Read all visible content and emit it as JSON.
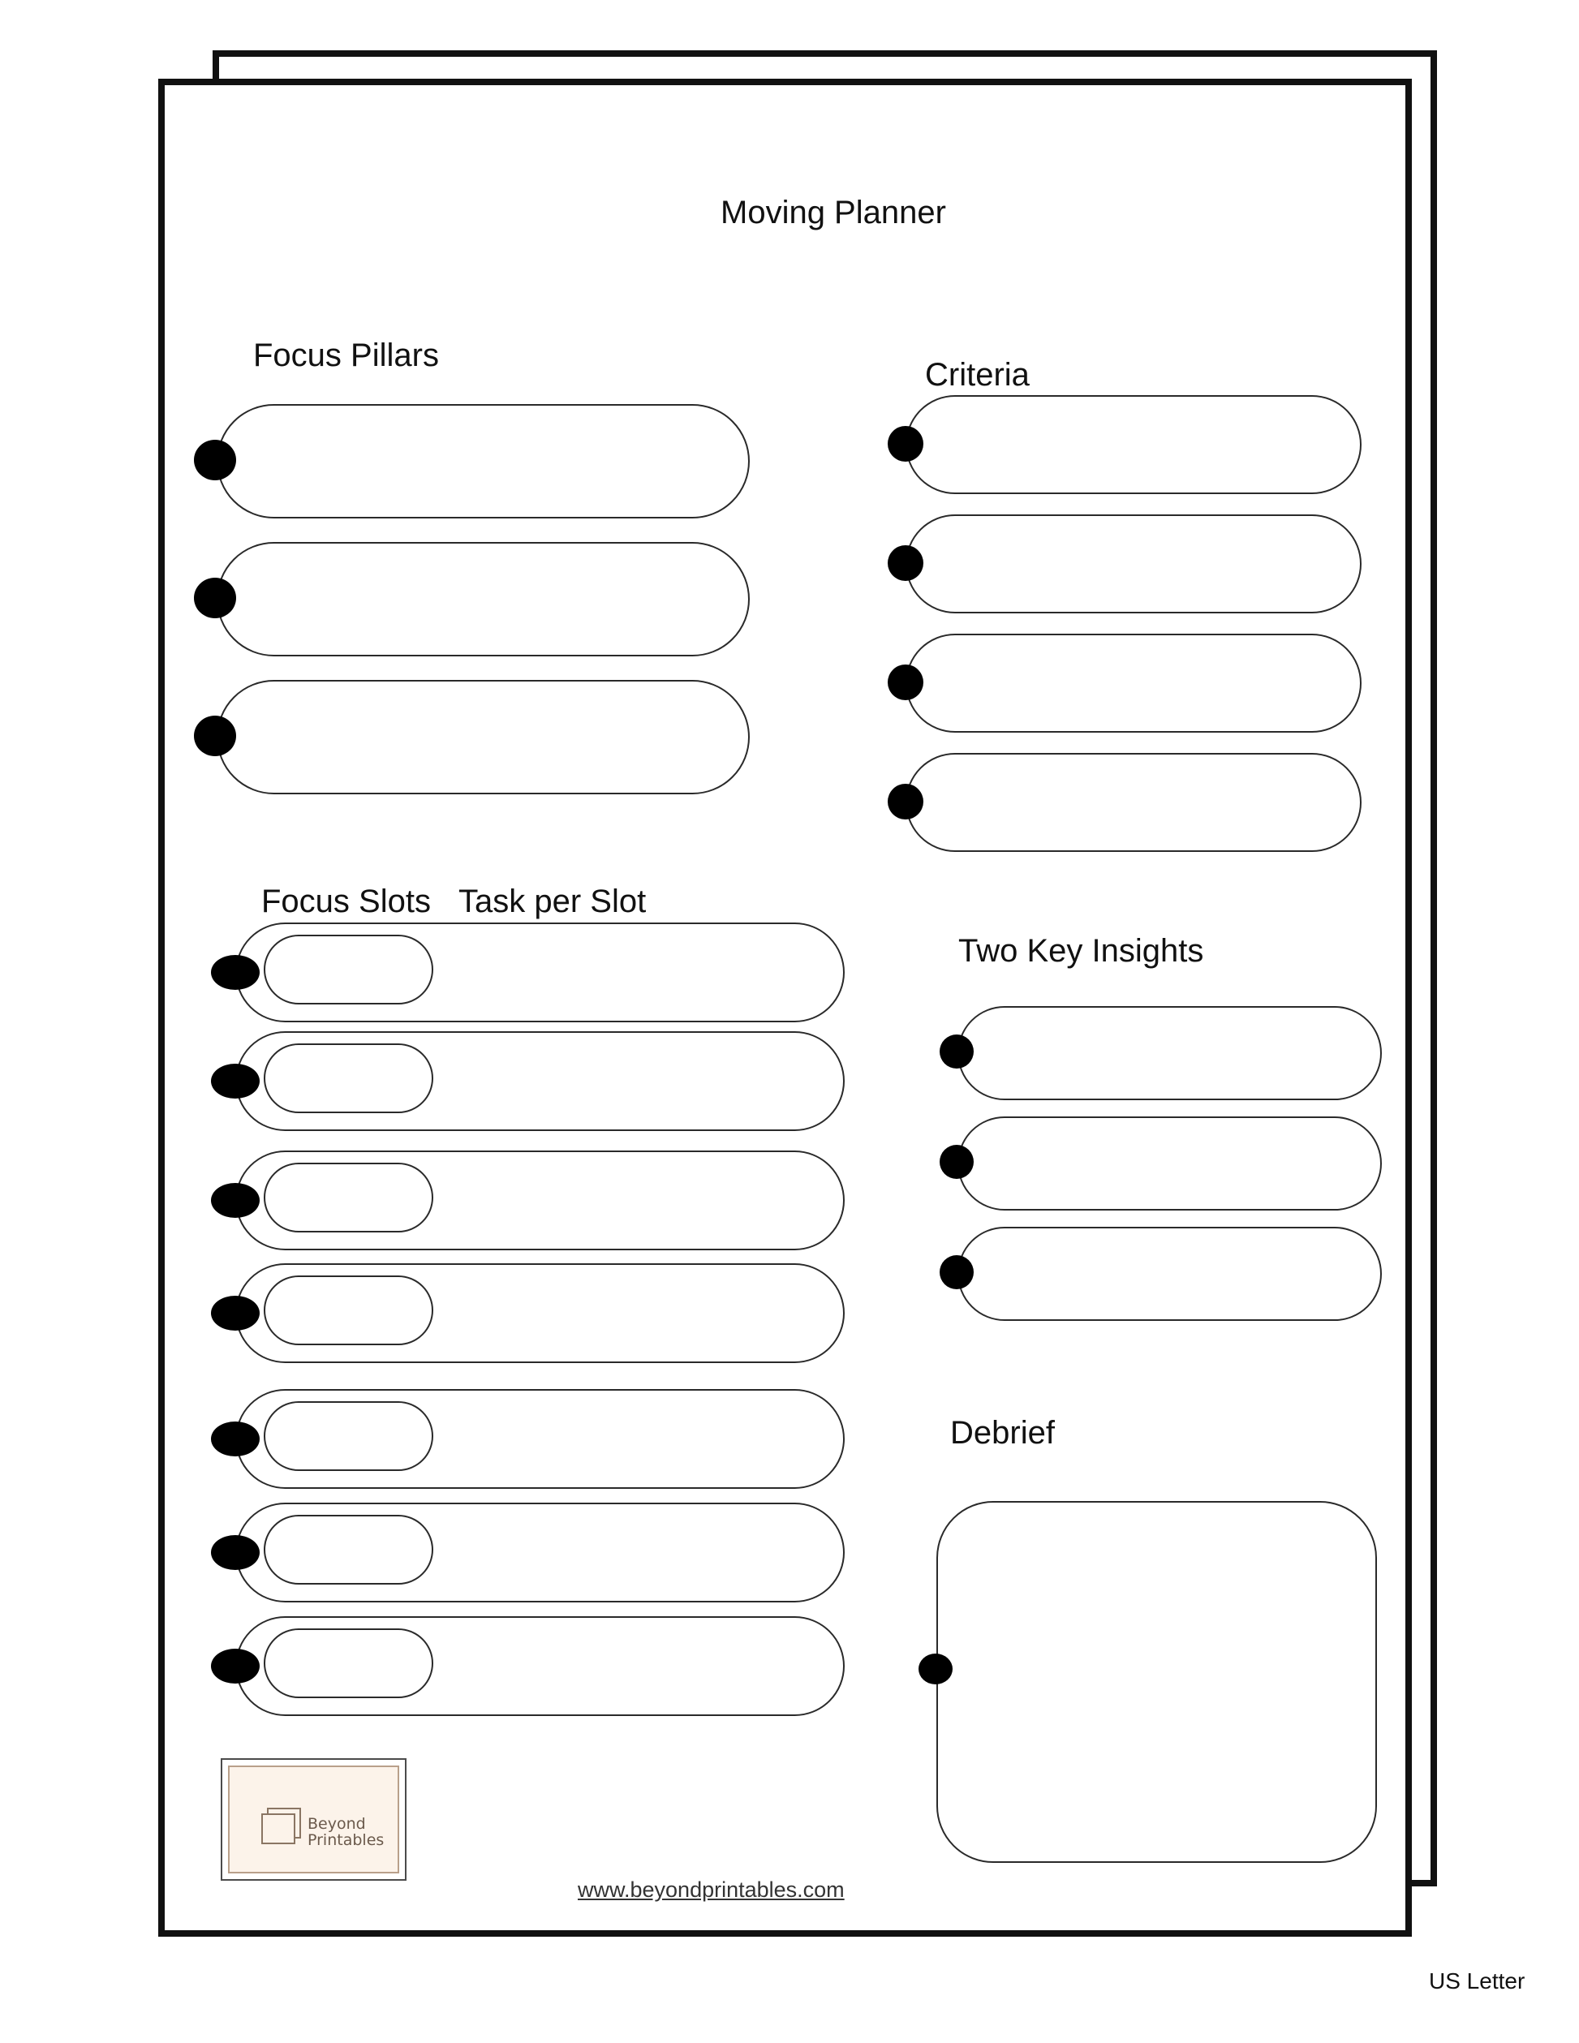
{
  "title": "Moving Planner",
  "sections": {
    "focus_pillars": {
      "heading": "Focus Pillars"
    },
    "criteria": {
      "heading": "Criteria"
    },
    "focus_slots": {
      "heading": "Focus Slots",
      "subheading": "Task per Slot"
    },
    "key_insights": {
      "heading": "Two Key Insights"
    },
    "debrief": {
      "heading": "Debrief"
    }
  },
  "logo": {
    "line1": "Beyond",
    "line2": "Printables"
  },
  "footer": {
    "url": "www.beyondprintables.com",
    "paper_size": "US Letter"
  }
}
